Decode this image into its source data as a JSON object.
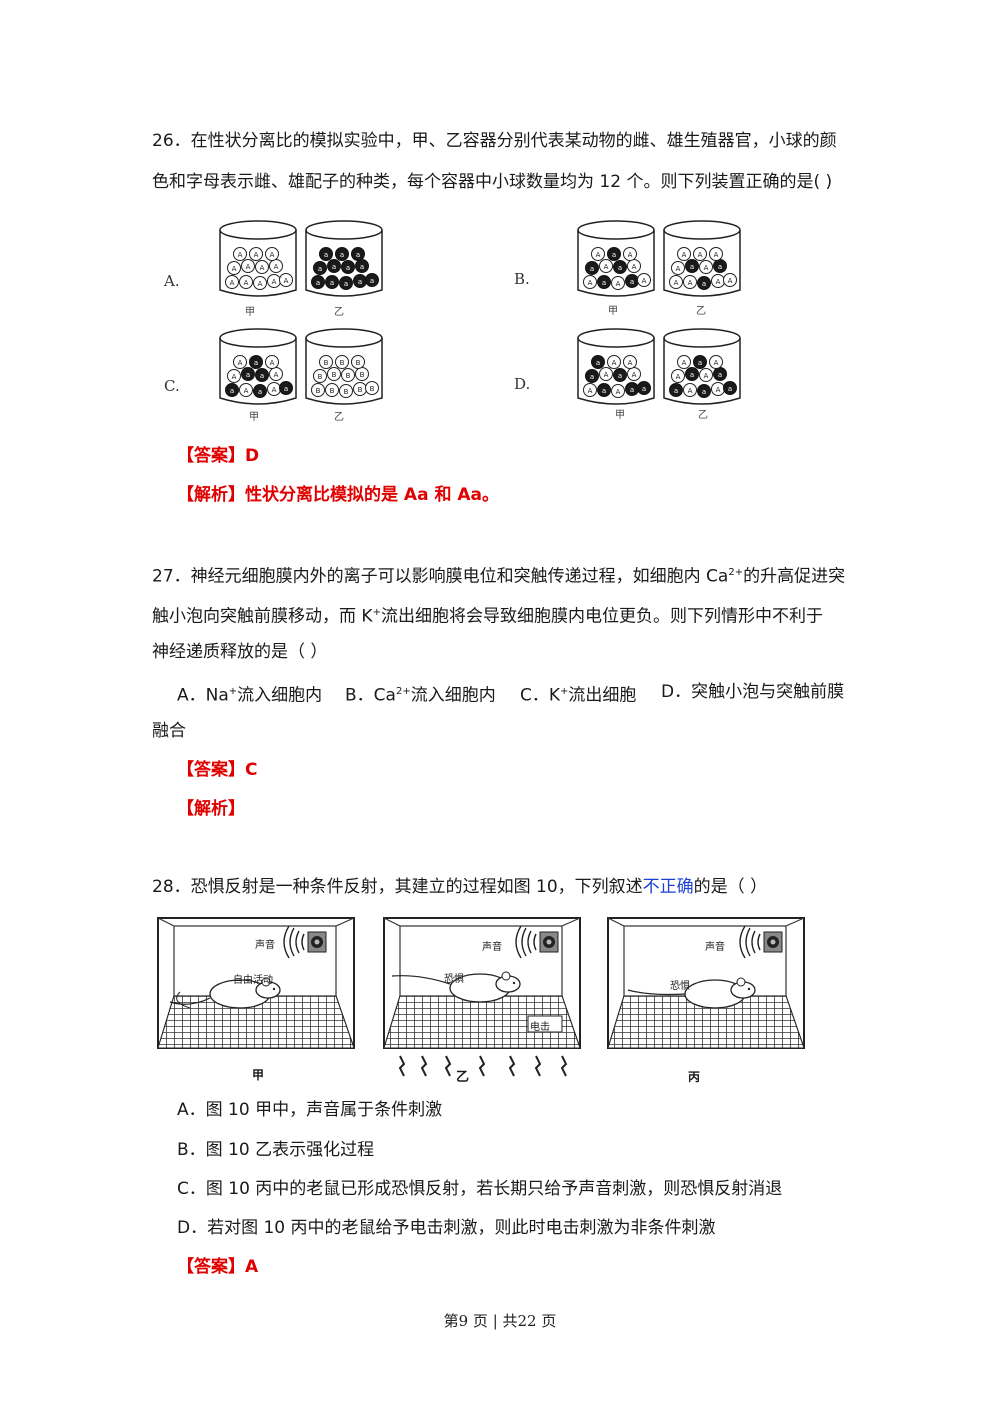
{
  "q26": {
    "line1": "26．在性状分离比的模拟实验中，甲、乙容器分别代表某动物的雌、雄生殖器官，小球的颜",
    "line2": "色和字母表示雌、雄配子的种类，每个容器中小球数量均为 12 个。则下列装置正确的是(          )",
    "options": [
      {
        "label": "A.",
        "left": "甲",
        "right": "乙"
      },
      {
        "label": "B.",
        "left": "甲",
        "right": "乙"
      },
      {
        "label": "C.",
        "left": "甲",
        "right": "乙"
      },
      {
        "label": "D.",
        "left": "甲",
        "right": "乙"
      }
    ],
    "answer": "【答案】D",
    "analysis": "【解析】性状分离比模拟的是 Aa 和 Aa。"
  },
  "q27": {
    "line1_pre": "27．神经元细胞膜内外的离子可以影响膜电位和突触传递过程，如细胞内 Ca",
    "line1_sup": "2+",
    "line1_post": "的升高促进突",
    "line2_pre": "触小泡向突触前膜移动，而 K",
    "line2_sup": "+",
    "line2_post": "流出细胞将会导致细胞膜内电位更负。则下列情形中不利于",
    "line3": "神经递质释放的是（          ）",
    "opt_a_pre": "A．Na",
    "opt_a_sup": "+",
    "opt_a_post": "流入细胞内",
    "opt_b_pre": "B．Ca",
    "opt_b_sup": "2+",
    "opt_b_post": "流入细胞内",
    "opt_c_pre": "C．K",
    "opt_c_sup": "+",
    "opt_c_post": "流出细胞",
    "opt_d": "D．突触小泡与突触前膜",
    "opt_d_cont": "融合",
    "answer": "【答案】C",
    "analysis": "【解析】"
  },
  "q28": {
    "line1_pre": "28．恐惧反射是一种条件反射，其建立的过程如图 10，下列叙述",
    "line1_blue": "不正确",
    "line1_post": "的是（          ）",
    "figure": {
      "panel1": {
        "sound": "声音",
        "state": "自由活动",
        "caption": "甲"
      },
      "panel2": {
        "sound": "声音",
        "state": "恐惧",
        "shock": "电击",
        "caption": "乙"
      },
      "panel3": {
        "sound": "声音",
        "state": "恐惧",
        "caption": "丙"
      }
    },
    "options": [
      "A．图 10 甲中，声音属于条件刺激",
      "B．图 10 乙表示强化过程",
      "C．图 10 丙中的老鼠已形成恐惧反射，若长期只给予声音刺激，则恐惧反射消退",
      "D．若对图 10 丙中的老鼠给予电击刺激，则此时电击刺激为非条件刺激"
    ],
    "answer": "【答案】A"
  },
  "footer": "第9 页 | 共22 页"
}
